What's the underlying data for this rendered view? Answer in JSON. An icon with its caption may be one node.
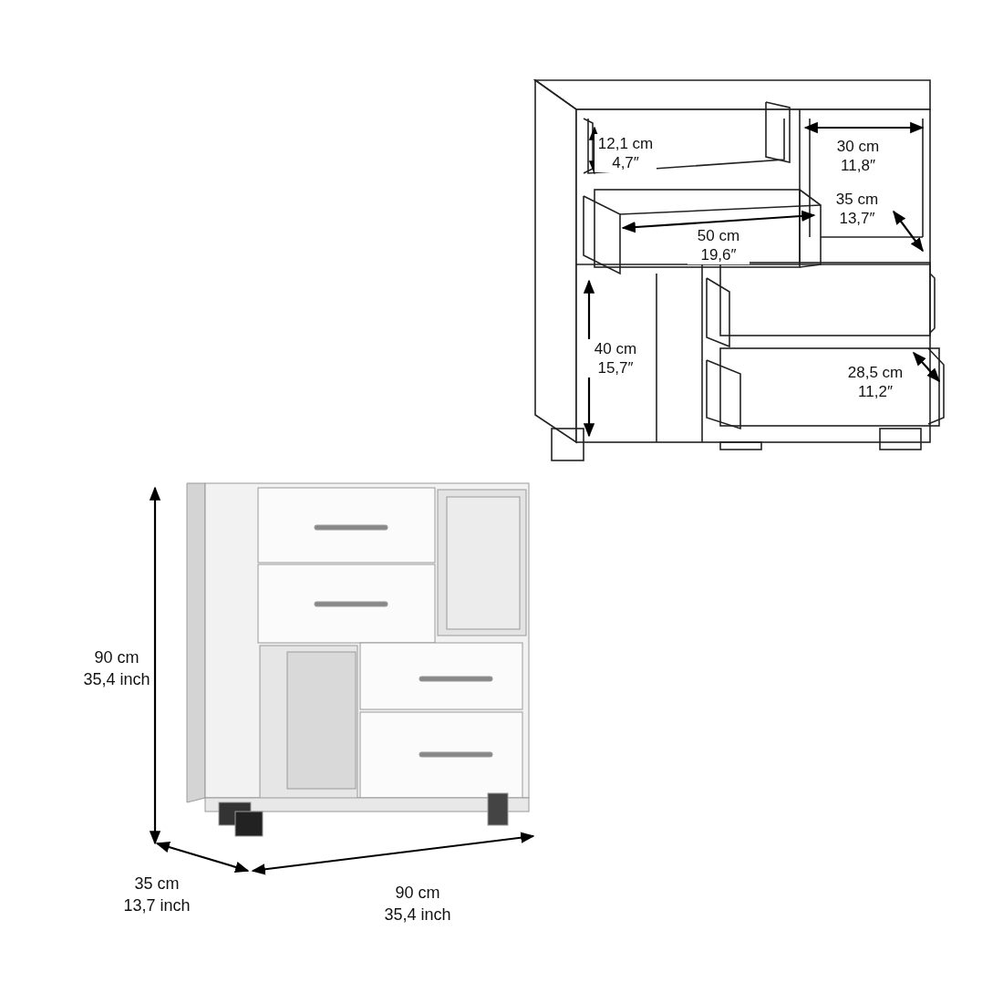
{
  "diagram": {
    "labels": [
      "30 cm 11,8″",
      "12,1 cm 4,7″",
      "35 cm 13,7″",
      "50 cm 19,6″",
      "40 cm 15,7″",
      "28,5 cm 11,2″",
      "90 cm 35,4 inch",
      "35 cm 13,7 inch",
      "90 cm 35,4 inch"
    ]
  }
}
